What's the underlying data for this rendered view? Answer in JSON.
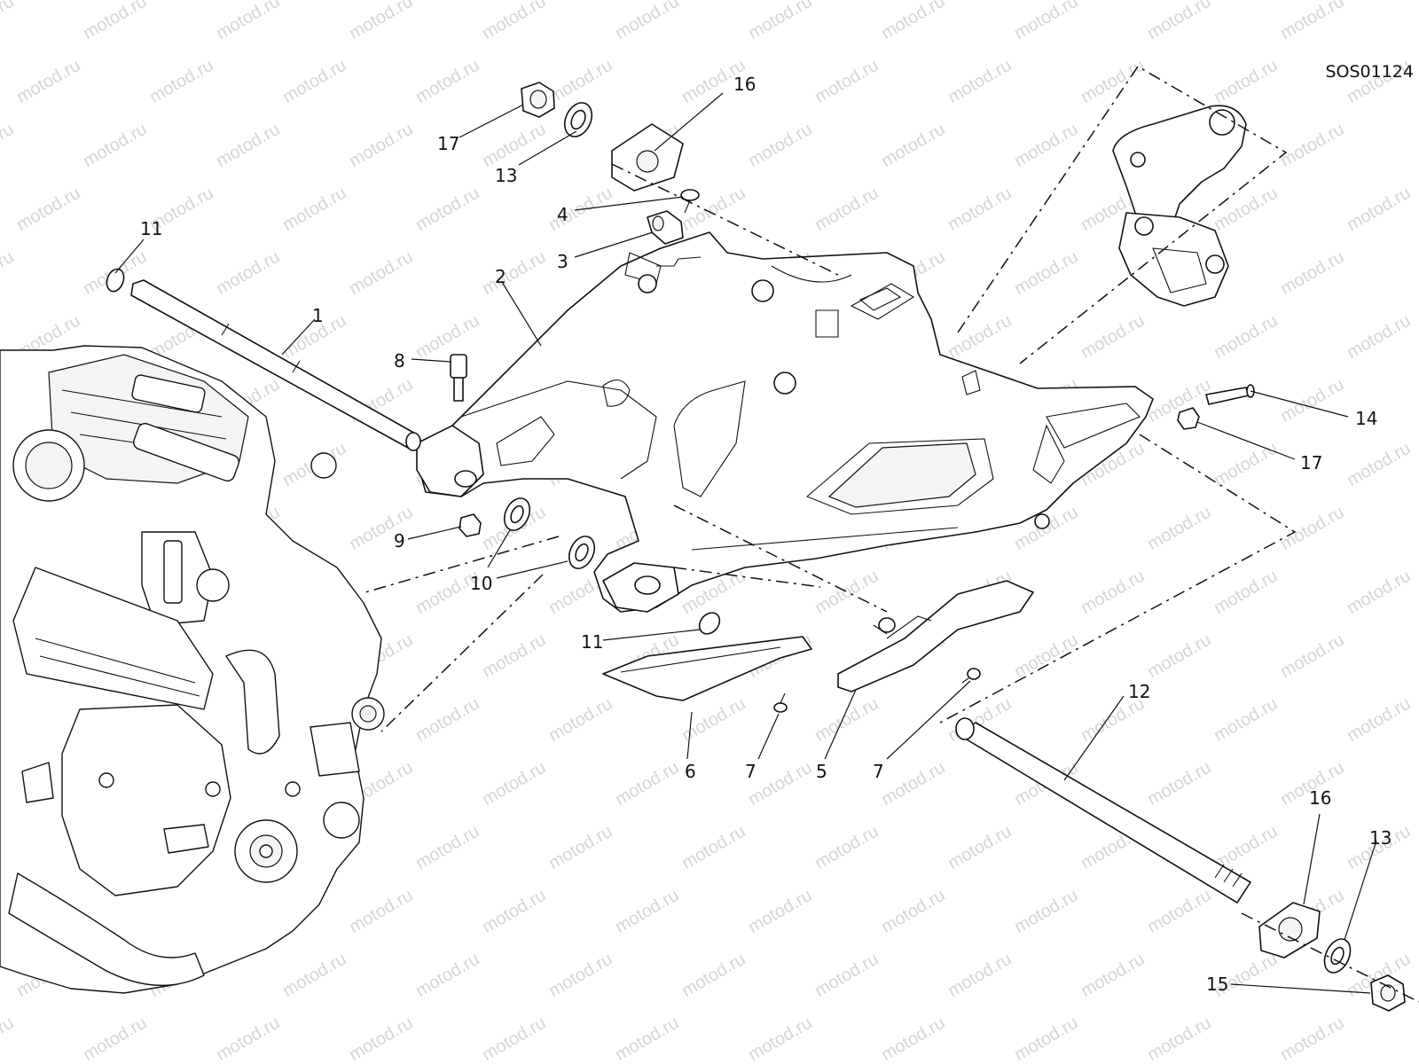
{
  "diagram": {
    "code": "SOS01124",
    "watermark": "motod.ru",
    "callouts": [
      {
        "key": "c17a",
        "text": "17"
      },
      {
        "key": "c13a",
        "text": "13"
      },
      {
        "key": "c16a",
        "text": "16"
      },
      {
        "key": "c4",
        "text": "4"
      },
      {
        "key": "c3",
        "text": "3"
      },
      {
        "key": "c2",
        "text": "2"
      },
      {
        "key": "c11a",
        "text": "11"
      },
      {
        "key": "c1",
        "text": "1"
      },
      {
        "key": "c8",
        "text": "8"
      },
      {
        "key": "c9",
        "text": "9"
      },
      {
        "key": "c10",
        "text": "10"
      },
      {
        "key": "c11b",
        "text": "11"
      },
      {
        "key": "c6",
        "text": "6"
      },
      {
        "key": "c7a",
        "text": "7"
      },
      {
        "key": "c5",
        "text": "5"
      },
      {
        "key": "c7b",
        "text": "7"
      },
      {
        "key": "c12",
        "text": "12"
      },
      {
        "key": "c14",
        "text": "14"
      },
      {
        "key": "c17b",
        "text": "17"
      },
      {
        "key": "c16b",
        "text": "16"
      },
      {
        "key": "c13b",
        "text": "13"
      },
      {
        "key": "c15",
        "text": "15"
      }
    ]
  }
}
